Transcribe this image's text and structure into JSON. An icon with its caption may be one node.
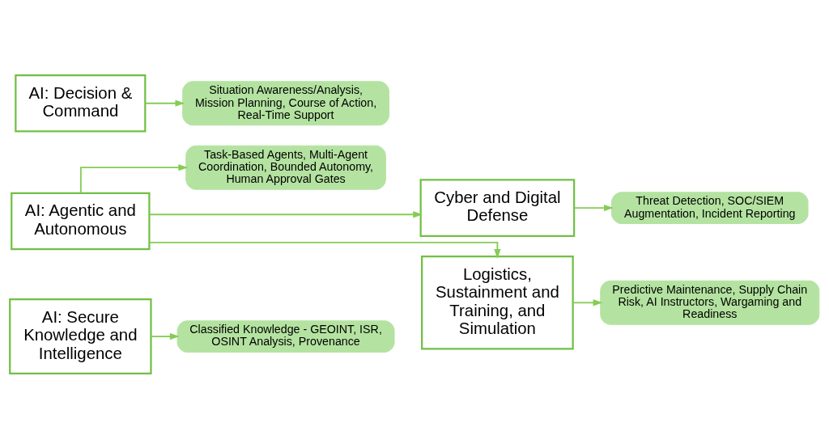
{
  "diagram": {
    "nodes": [
      {
        "text": [
          "AI: Decision & Command"
        ]
      },
      {
        "text": [
          "Situation Awareness/Analysis, Mission Planning, Course of Action, Real-Time Support"
        ]
      },
      {
        "text": [
          "AI: Agentic and Autonomous"
        ]
      },
      {
        "text": [
          "Task-Based Agents, Multi-Agent Coordination, Bounded Autonomy, Human Approval Gates"
        ]
      },
      {
        "text": [
          "AI: Secure Knowledge and Intelligence"
        ]
      },
      {
        "text": [
          "Classified Knowledge - GEOINT, ISR, OSINT Analysis, Provenance"
        ]
      },
      {
        "text": [
          "Cyber and Digital Defense"
        ]
      },
      {
        "text": [
          "Threat Detection, SOC/SIEM Augmentation, Incident Reporting"
        ]
      },
      {
        "text": [
          "Logistics, Sustainment and Training, and Simulation"
        ]
      },
      {
        "text": [
          "Predictive Maintenance, Supply Chain Risk, AI Instructors, Wargaming and Readiness"
        ]
      }
    ],
    "edges": [
      {
        "from": 0,
        "to": 1,
        "arrow": "to"
      },
      {
        "from": 2,
        "to": 3,
        "arrow": "to"
      },
      {
        "from": 2,
        "to": 6,
        "arrow": "to"
      },
      {
        "from": 2,
        "to": 8,
        "arrow": "to"
      },
      {
        "from": 4,
        "to": 5,
        "arrow": "to"
      },
      {
        "from": 6,
        "to": 7,
        "arrow": "to"
      },
      {
        "from": 8,
        "to": 9,
        "arrow": "to"
      }
    ]
  }
}
